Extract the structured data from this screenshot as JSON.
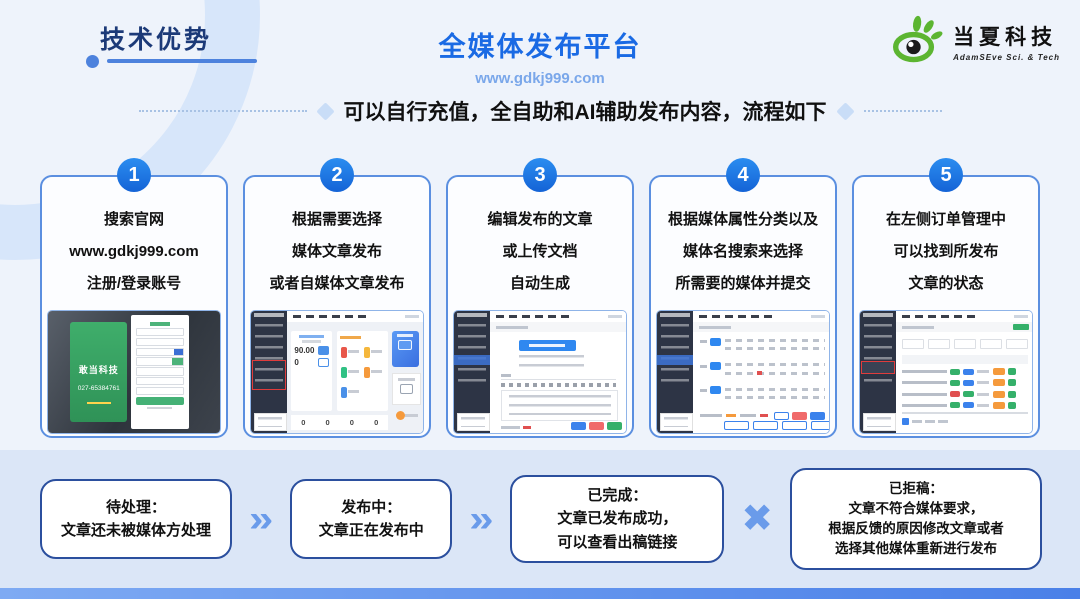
{
  "header": {
    "section_title": "技术优势",
    "main_title": "全媒体发布平台",
    "website": "www.gdkj999.com",
    "logo_name": "当夏科技",
    "logo_sub": "AdamSEve Sci. & Tech"
  },
  "subtitle": "可以自行充值，全自助和AI辅助发布内容，流程如下",
  "steps": [
    {
      "number": "1",
      "line1": "搜索官网",
      "line2": "www.gdkj999.com",
      "line3": "注册/登录账号"
    },
    {
      "number": "2",
      "line1": "根据需要选择",
      "line2": "媒体文章发布",
      "line3": "或者自媒体文章发布"
    },
    {
      "number": "3",
      "line1": "编辑发布的文章",
      "line2": "或上传文档",
      "line3": "自动生成"
    },
    {
      "number": "4",
      "line1": "根据媒体属性分类以及",
      "line2": "媒体名搜索来选择",
      "line3": "所需要的媒体并提交"
    },
    {
      "number": "5",
      "line1": "在左侧订单管理中",
      "line2": "可以找到所发布",
      "line3": "文章的状态"
    }
  ],
  "flow": [
    {
      "title": "待处理：",
      "desc1": "文章还未被媒体方处理"
    },
    {
      "title": "发布中：",
      "desc1": "文章正在发布中"
    },
    {
      "title": "已完成：",
      "desc1": "文章已发布成功，",
      "desc2": "可以查看出稿链接"
    },
    {
      "title": "已拒稿：",
      "desc1": "文章不符合媒体要求，",
      "desc2": "根据反馈的原因修改文章或者",
      "desc3": "选择其他媒体重新进行发布"
    }
  ],
  "connectors": {
    "arrow": "»",
    "reject": "✖"
  },
  "thumbs": {
    "login_brand": "敢当科技",
    "login_phone": "027-65384761",
    "dash_balance": "90.00",
    "dash_zero": "0"
  },
  "colors": {
    "accent_blue": "#1a6ae4",
    "navy_title": "#1c3a78",
    "card_border": "#5b8fe0",
    "flow_border": "#2b4f9e",
    "flow_bg": "#dbe6f7",
    "brand_green": "#5cb531"
  }
}
